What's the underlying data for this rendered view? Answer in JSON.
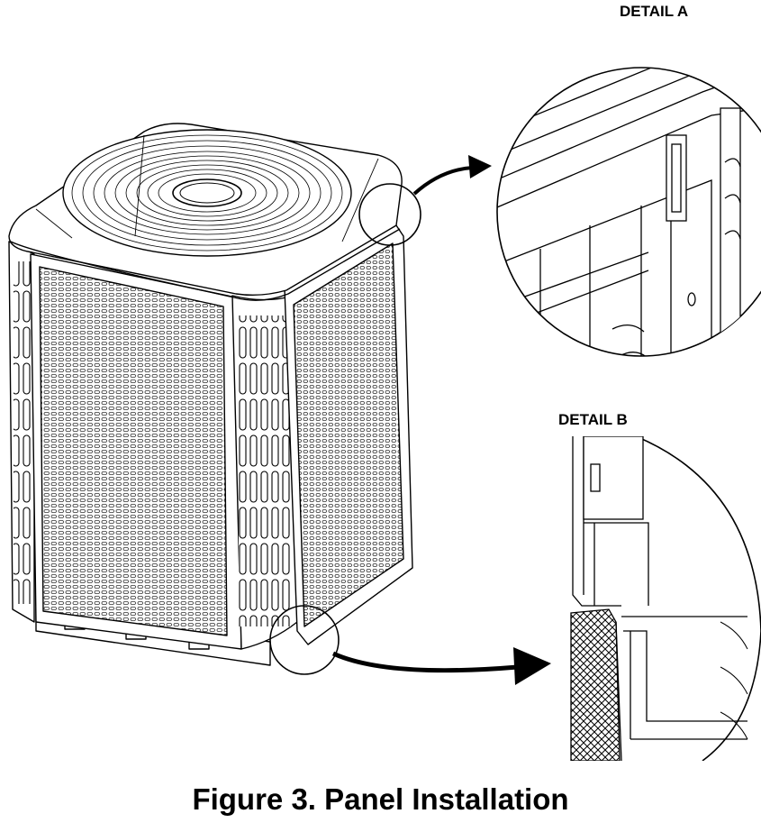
{
  "labels": {
    "detail_a": "DETAIL A",
    "detail_b": "DETAIL B"
  },
  "caption": "Figure 3.  Panel Installation",
  "colors": {
    "line": "#000000",
    "background": "#ffffff",
    "louver_fill": "#e9e9e9"
  }
}
